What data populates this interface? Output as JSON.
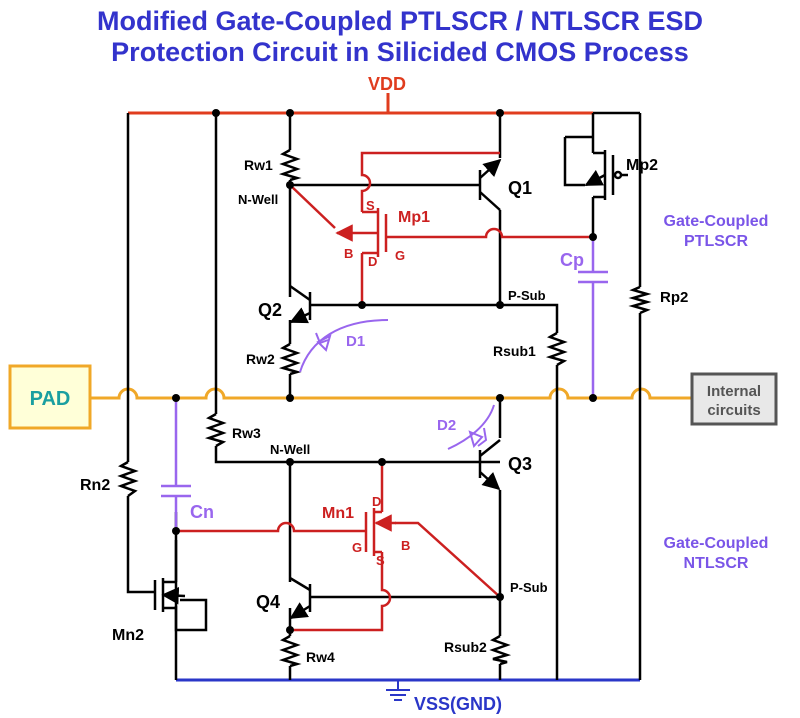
{
  "title": {
    "line1": "Modified Gate-Coupled PTLSCR / NTLSCR ESD",
    "line2": "Protection Circuit in Silicided CMOS Process"
  },
  "rails": {
    "vdd": "VDD",
    "vss": "VSS(GND)"
  },
  "blocks": {
    "pad": "PAD",
    "internal_line1": "Internal",
    "internal_line2": "circuits"
  },
  "labels": {
    "rw1": "Rw1",
    "nwell_top": "N-Well",
    "q1": "Q1",
    "mp1": "Mp1",
    "s_top": "S",
    "b_top": "B",
    "d_top": "D",
    "g_top": "G",
    "mp2": "Mp2",
    "gc_ptlscr1": "Gate-Coupled",
    "gc_ptlscr2": "PTLSCR",
    "cp": "Cp",
    "rp2": "Rp2",
    "psub_top": "P-Sub",
    "q2": "Q2",
    "d1": "D1",
    "rw2": "Rw2",
    "rsub1": "Rsub1",
    "d2": "D2",
    "rw3": "Rw3",
    "nwell_bot": "N-Well",
    "q3": "Q3",
    "rn2": "Rn2",
    "cn": "Cn",
    "mn1": "Mn1",
    "d_bot": "D",
    "g_bot": "G",
    "s_bot": "S",
    "b_bot": "B",
    "gc_ntlscr1": "Gate-Coupled",
    "gc_ntlscr2": "NTLSCR",
    "psub_bot": "P-Sub",
    "q4": "Q4",
    "mn2": "Mn2",
    "rw4": "Rw4",
    "rsub2": "Rsub2"
  },
  "colors": {
    "title": "#3333cc",
    "vdd_rail": "#e03c1e",
    "vss_rail": "#2a36c8",
    "pad_line": "#f0a828",
    "wire": "#000000",
    "red_wire": "#cc2020",
    "capacitor": "#9966ee",
    "pad_fill": "#ffffd8",
    "pad_border": "#f0a828",
    "pad_text": "#1a9fa0",
    "internal_fill": "#e8e8e8",
    "internal_border": "#555555"
  }
}
